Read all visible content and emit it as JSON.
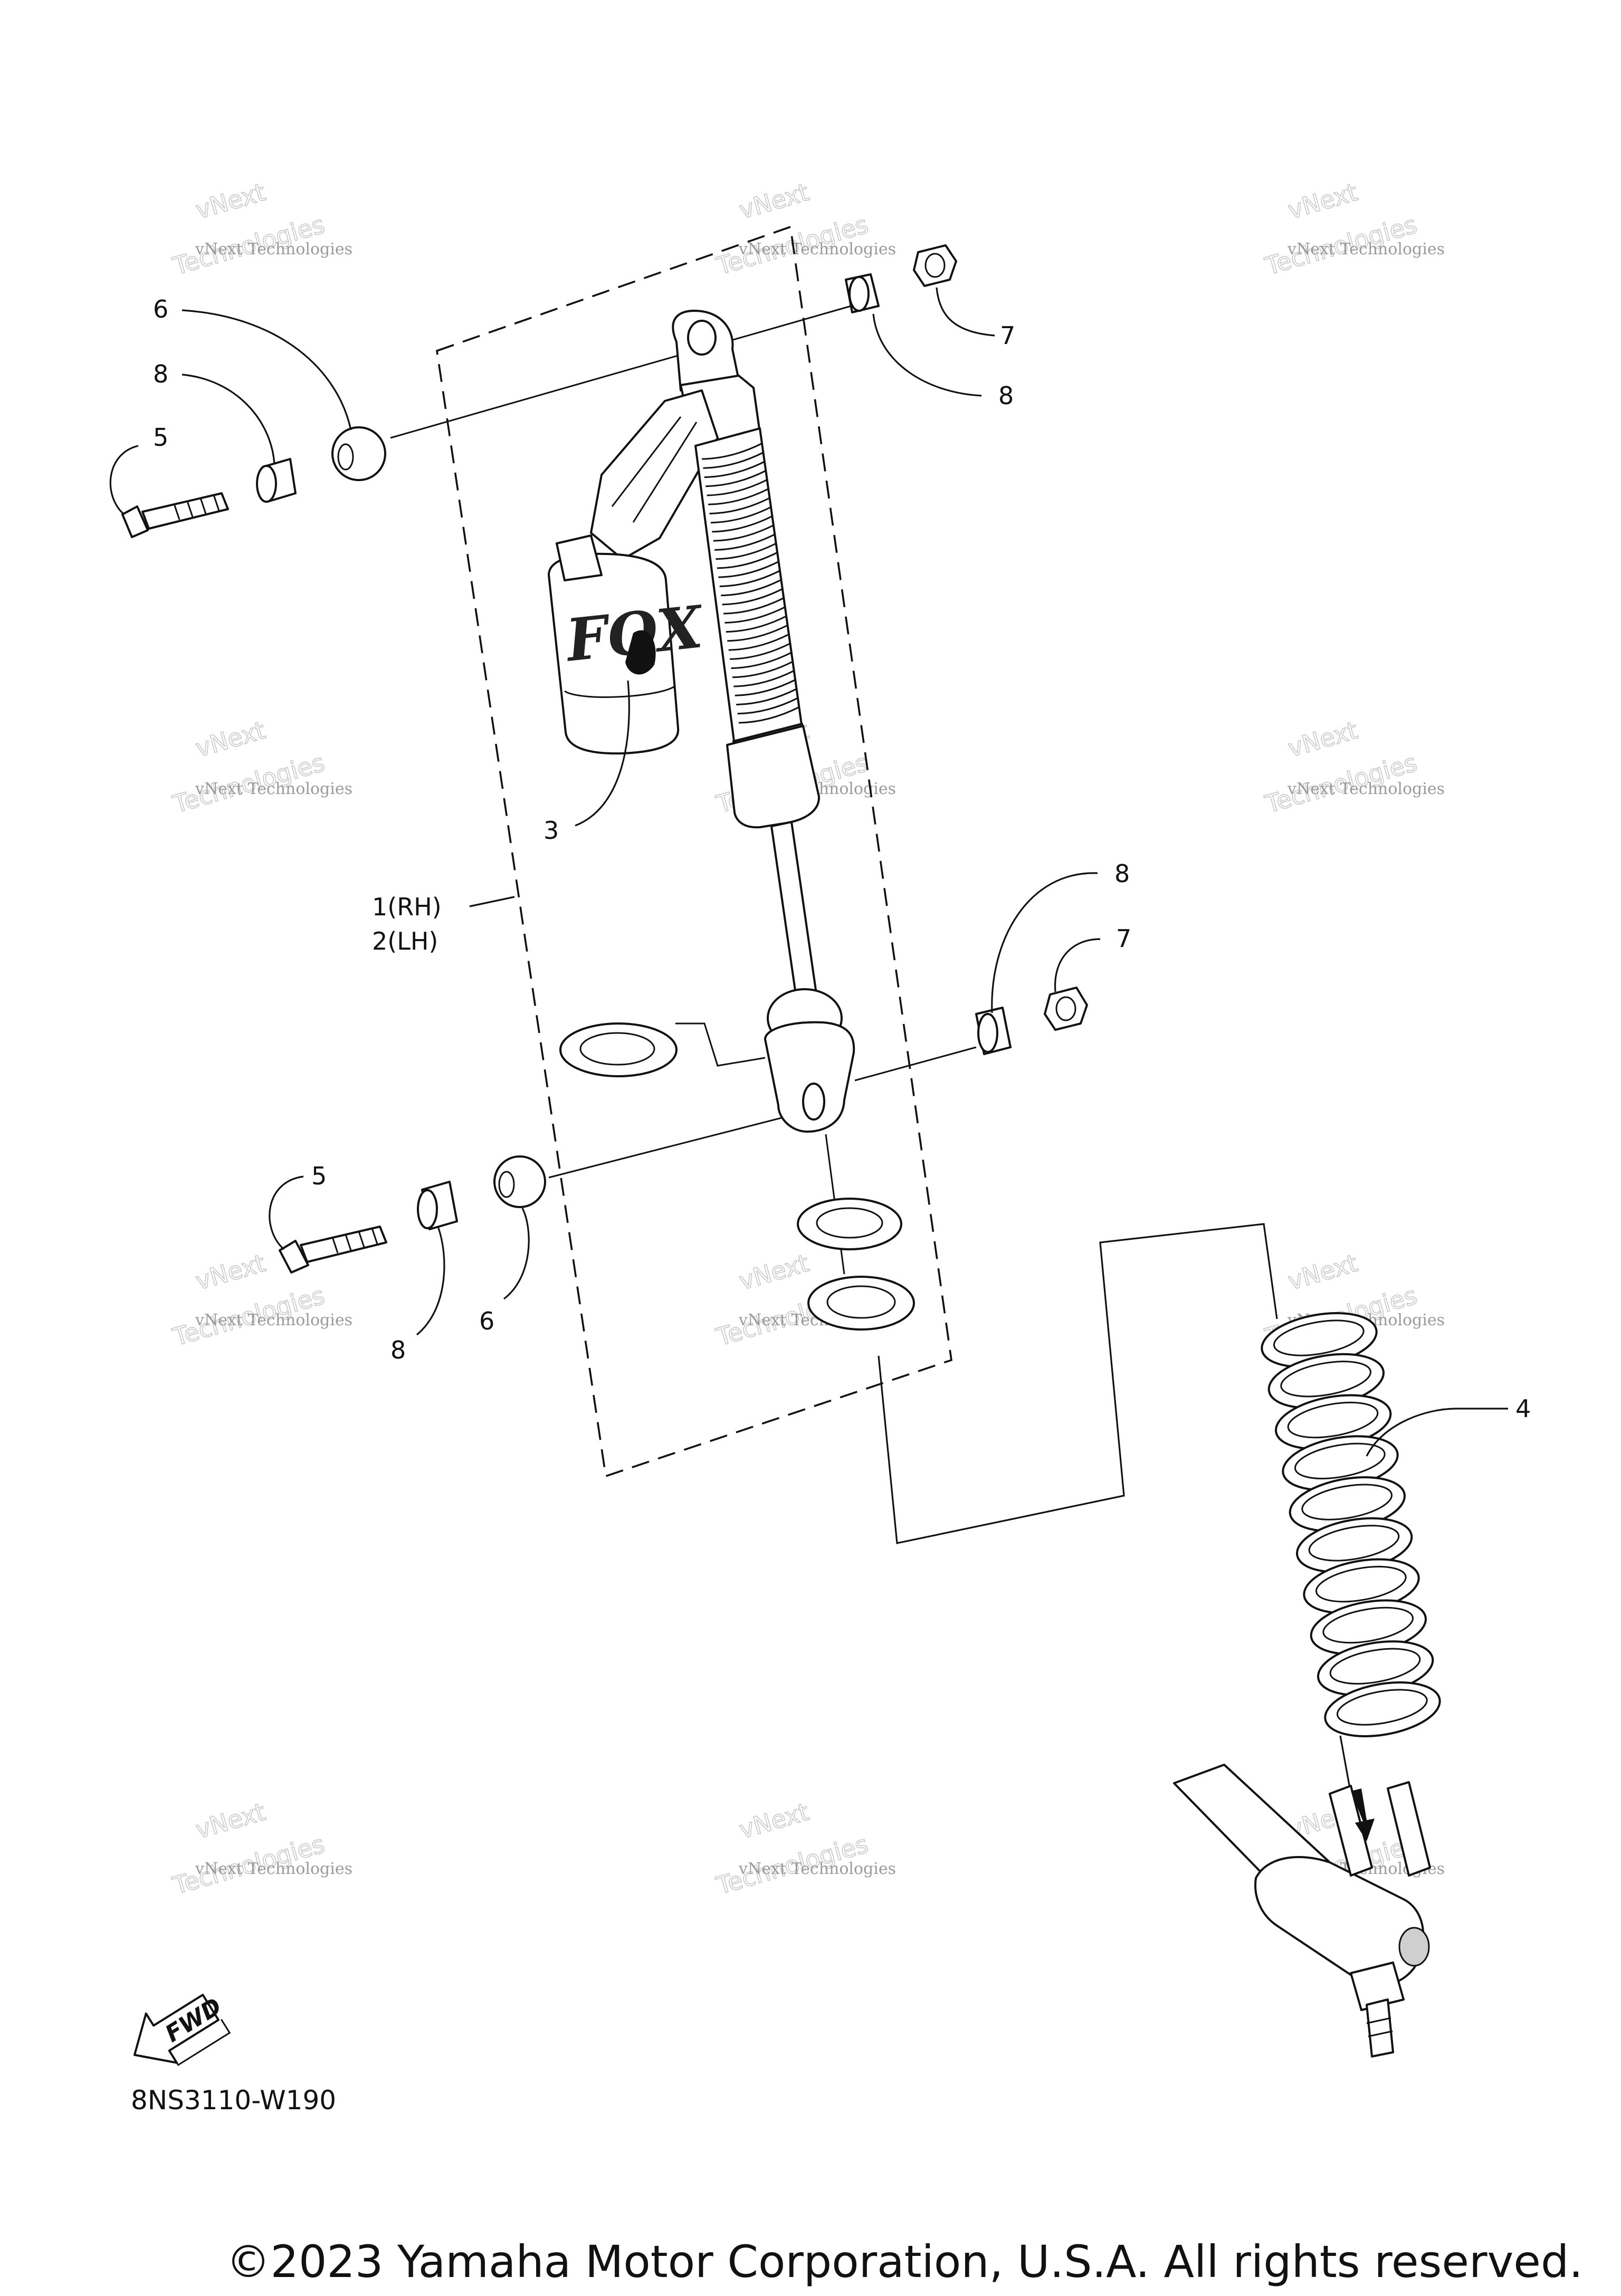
{
  "diagram": {
    "code": "8NS3110-W190",
    "copyright": "©2023 Yamaha Motor Corporation, U.S.A. All rights reserved.",
    "fwd_label": "FWD",
    "callouts": {
      "assy_rh": "1(RH)",
      "assy_lh": "2(LH)",
      "reservoir": "3",
      "spring": "4",
      "bolt_upper": "5",
      "bolt_lower": "5",
      "bushing_upper_left": "6",
      "bushing_lower_left": "6",
      "nut_upper": "7",
      "nut_lower": "7",
      "collar_upper_left": "8",
      "collar_upper_right": "8",
      "collar_lower_left": "8",
      "collar_lower_right": "8"
    },
    "logo_text": "FOX",
    "watermark": {
      "line1": "vNext",
      "line2": "Technologies",
      "line3": "vNext Technologies"
    }
  }
}
